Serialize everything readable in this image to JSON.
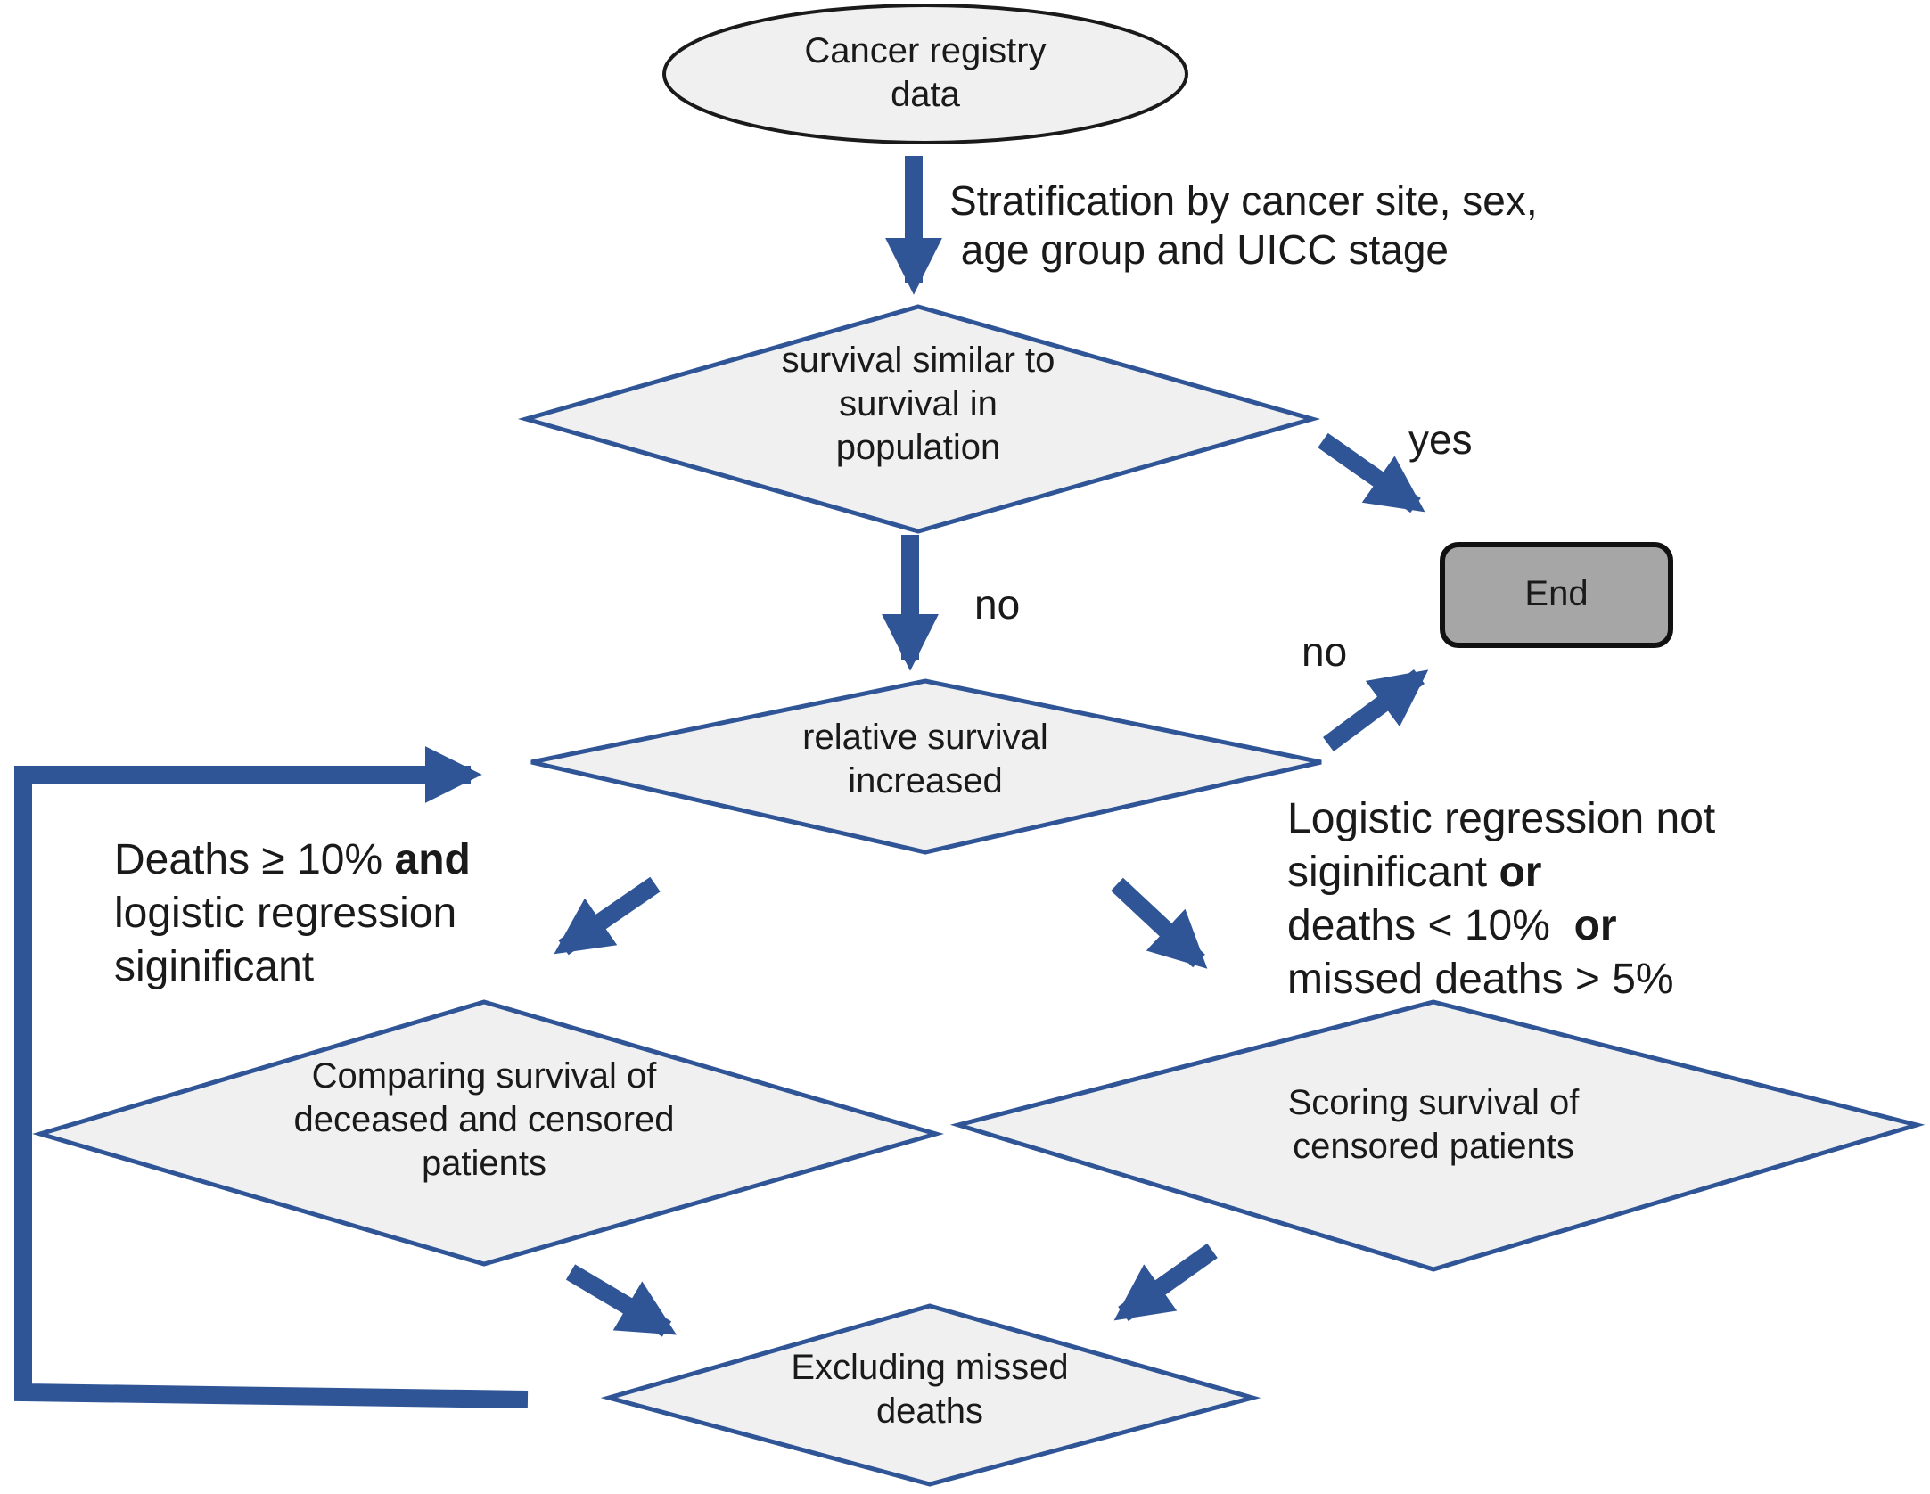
{
  "nodes": {
    "start": "Cancer registry\ndata",
    "decision_population": "survival similar to\nsurvival in\npopulation",
    "decision_relative": "relative survival\nincreased",
    "compare": "Comparing survival of\ndeceased and censored\npatients",
    "scoring": "Scoring survival of\ncensored patients",
    "exclude": "Excluding missed\ndeaths",
    "end": "End"
  },
  "edges": {
    "stratification": "Stratification by cancer site, sex,\n age group and UICC stage",
    "yes": "yes",
    "no_down": "no",
    "no_right": "no",
    "left_condition": {
      "line1_a": "Deaths ≥ 10% ",
      "line1_b": "and",
      "line2": "logistic regression",
      "line3": "siginificant"
    },
    "right_condition": {
      "line1": "Logistic regression not",
      "line2_a": "siginificant ",
      "line2_b": "or",
      "line3_a": "deaths < 10%  ",
      "line3_b": "or",
      "line4": "missed deaths > 5%"
    }
  },
  "colors": {
    "arrow": "#2f5597",
    "shape_fill": "#f0f0f0",
    "shape_stroke": "#2f5597",
    "end_fill": "#a6a6a6"
  }
}
